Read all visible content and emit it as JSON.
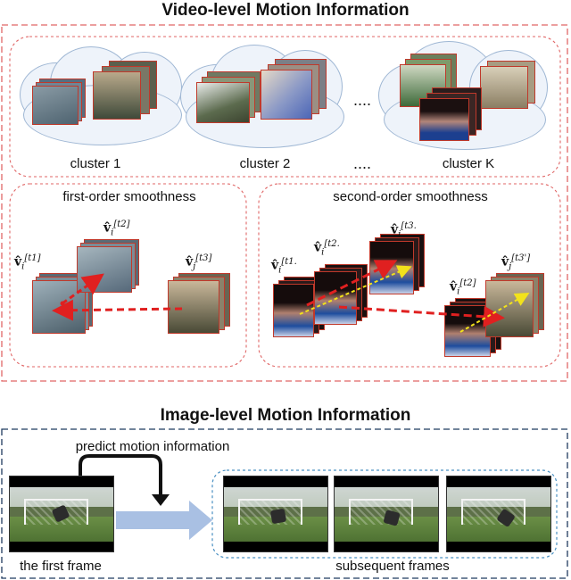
{
  "video_section": {
    "title": "Video-level Motion Information",
    "clusters": [
      "cluster 1",
      "cluster 2",
      "cluster K"
    ],
    "ellipsis": "....",
    "ellipsis_label": "....",
    "first_order": {
      "title": "first-order smoothness",
      "v_label_1": {
        "base": "v̂",
        "sub": "i",
        "sup": "[t1]"
      },
      "v_label_2": {
        "base": "v̂",
        "sub": "i",
        "sup": "[t2]"
      },
      "v_label_3": {
        "base": "v̂",
        "sub": "j",
        "sup": "[t3]"
      }
    },
    "second_order": {
      "title": "second-order smoothness"
    }
  },
  "image_section": {
    "title": "Image-level Motion Information",
    "predict_label": "predict motion information",
    "first_frame_label": "the first frame",
    "subsequent_label": "subsequent frames"
  },
  "colors": {
    "dashed_red": "#e06666",
    "dashed_navy": "#1f3a5f",
    "arrow_red": "#e02020",
    "arrow_yellow": "#f2e21b",
    "arrow_blue": "#a9c0e3",
    "rounded_blue": "#4a90c2"
  }
}
